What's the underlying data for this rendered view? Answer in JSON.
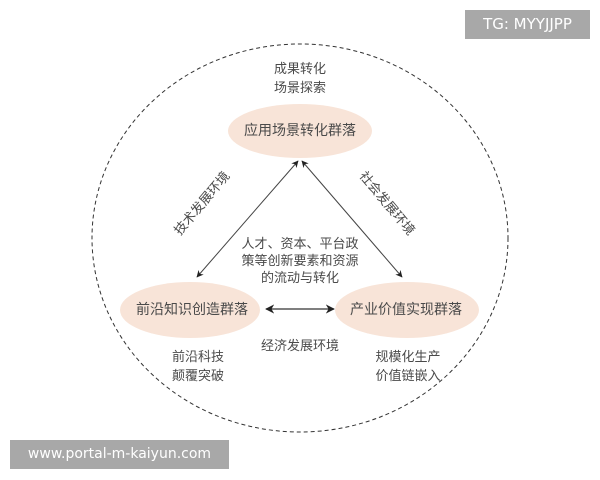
{
  "watermarks": {
    "top_right": "TG: MYYJJPP",
    "bottom_left": "www.portal-m-kaiyun.com"
  },
  "colors": {
    "node_fill": "#f8e4d8",
    "text": "#4a4a4a",
    "line": "#333333",
    "dashed_border": "#333333",
    "watermark_bg": "#a8a8a8",
    "watermark_text": "#ffffff"
  },
  "diagram": {
    "nodes": {
      "top": {
        "label": "应用场景转化群落",
        "caption_lines": [
          "成果转化",
          "场景探索"
        ]
      },
      "left": {
        "label": "前沿知识创造群落",
        "caption_lines": [
          "前沿科技",
          "颠覆突破"
        ]
      },
      "right": {
        "label": "产业价值实现群落",
        "caption_lines": [
          "规模化生产",
          "价值链嵌入"
        ]
      }
    },
    "edges": {
      "left_top": "技术发展环境",
      "right_top": "社会发展环境",
      "left_right": "经济发展环境"
    },
    "center_text_lines": [
      "人才、资本、平台政",
      "策等创新要素和资源",
      "的流动与转化"
    ]
  }
}
